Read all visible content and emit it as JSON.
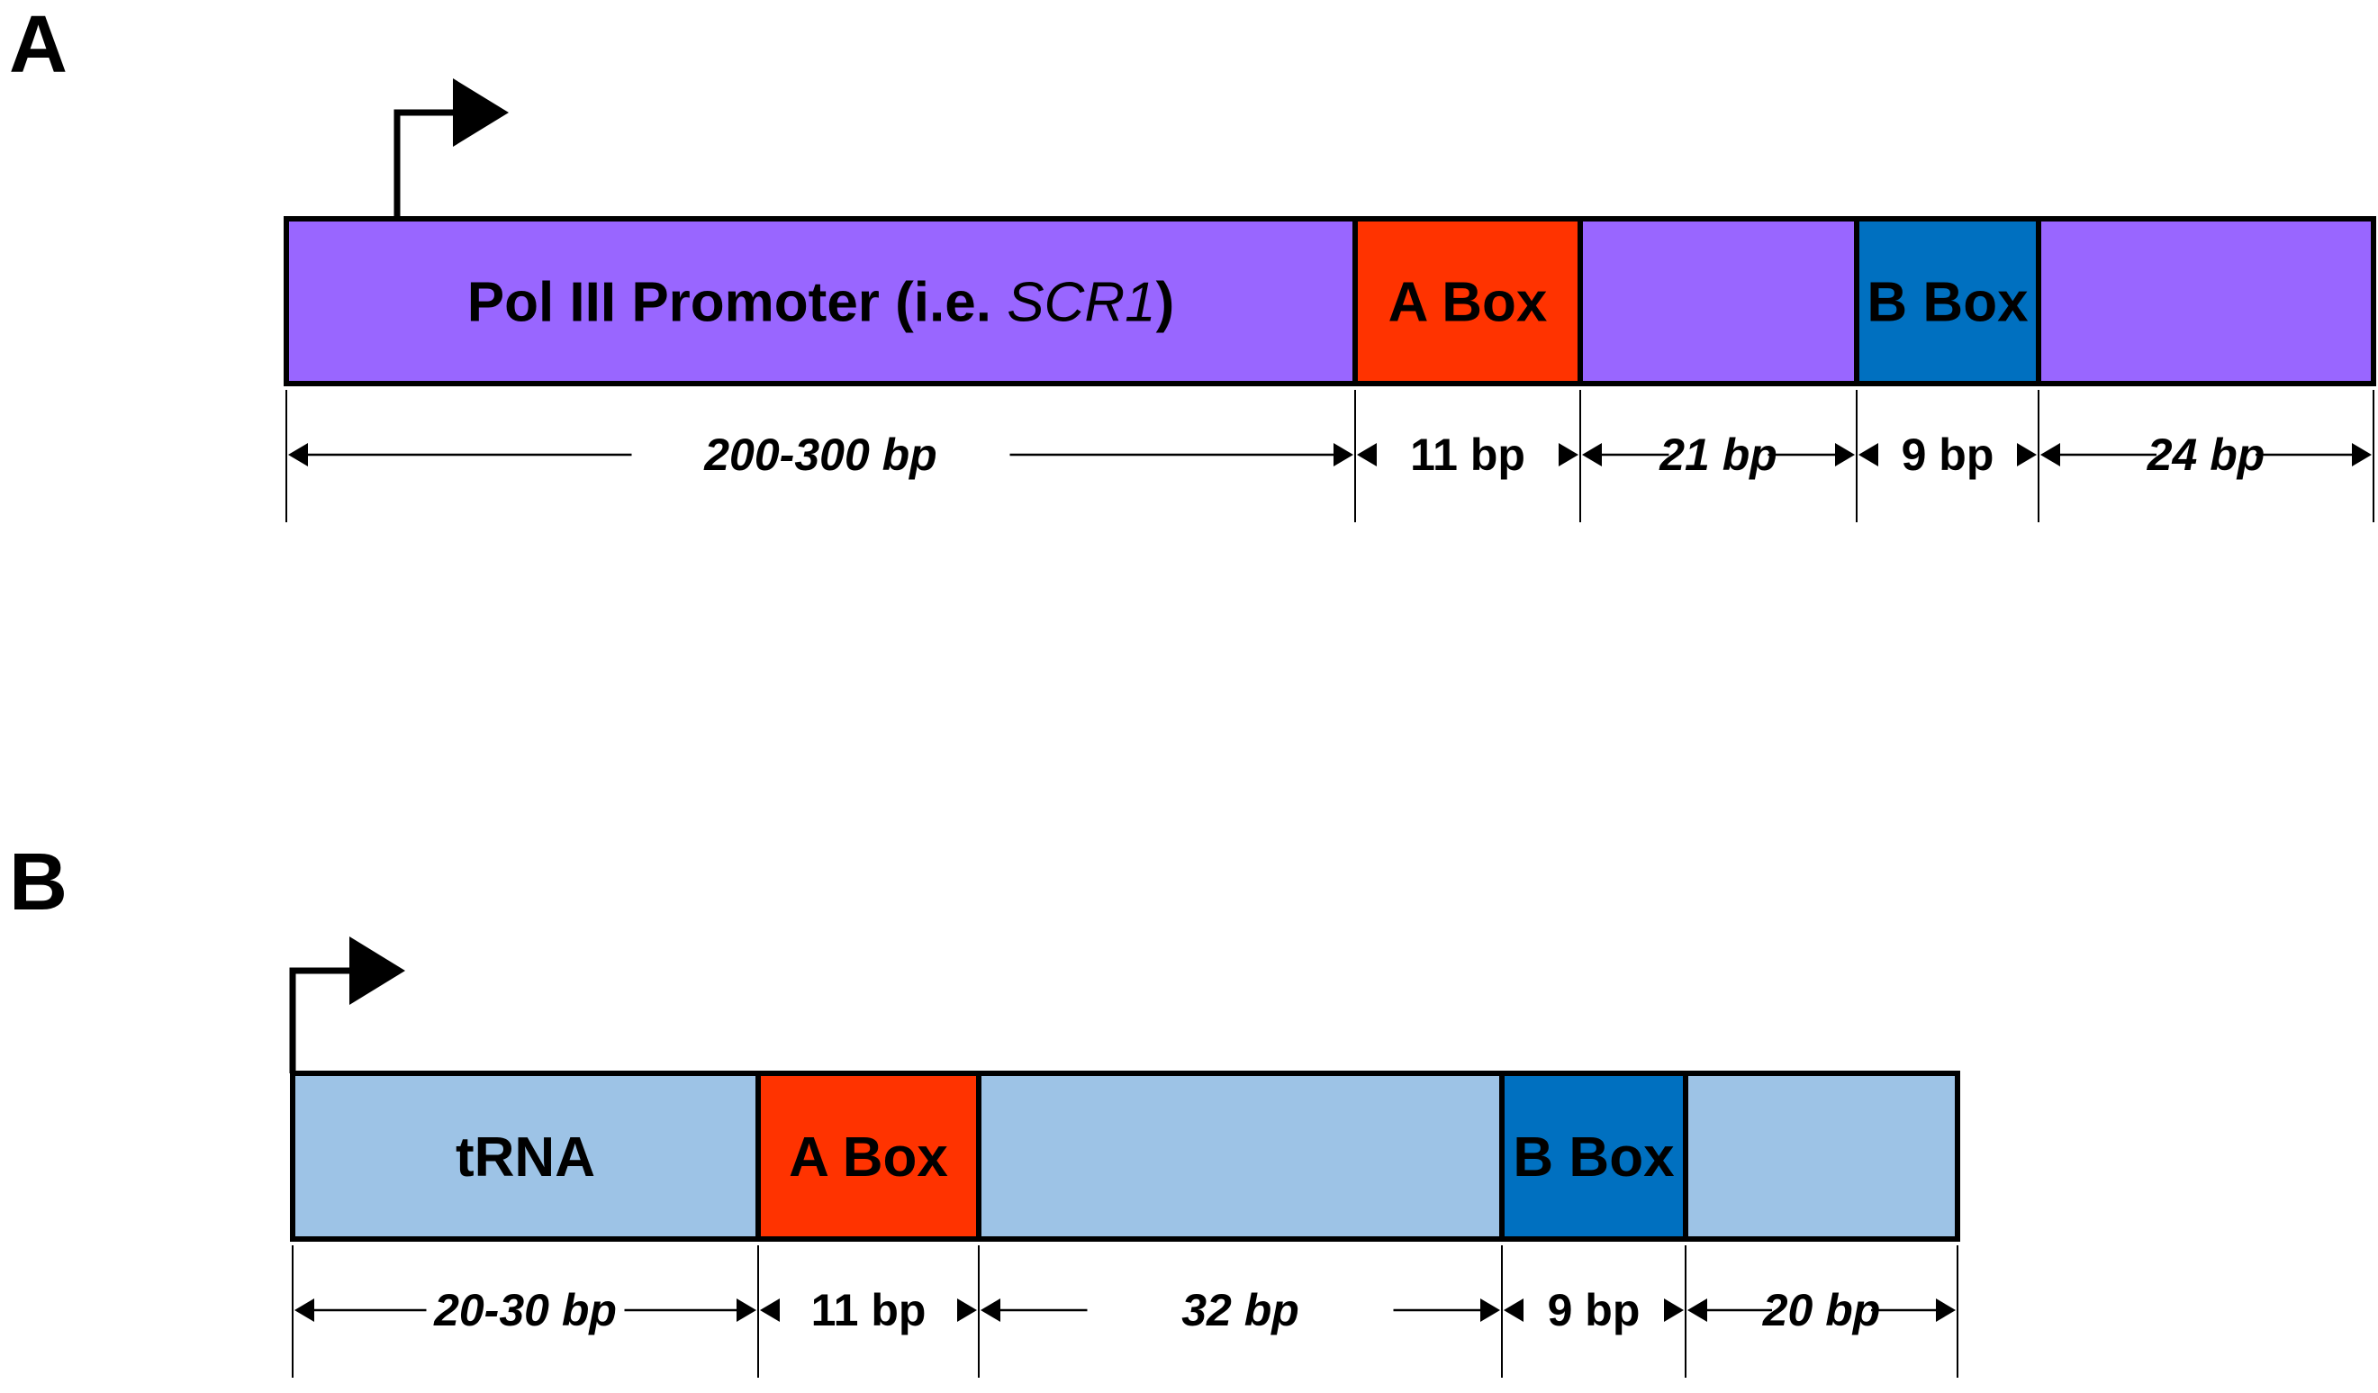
{
  "colors": {
    "promoter": "#9966FF",
    "trna": "#9DC3E6",
    "a_box": "#FF3300",
    "b_box": "#0070C0",
    "outline": "#000000"
  },
  "panels": [
    {
      "label": "A",
      "segments": [
        {
          "name": "promoter",
          "label": "Pol III Promoter (i.e. ",
          "label_italic": "SCR1",
          "label_after": ")",
          "color": "#9966FF"
        },
        {
          "name": "a-box",
          "label": "A Box",
          "color": "#FF3300"
        },
        {
          "name": "spacer",
          "label": "",
          "color": "#9966FF"
        },
        {
          "name": "b-box",
          "label": "B Box",
          "color": "#0070C0"
        },
        {
          "name": "tail",
          "label": "",
          "color": "#9966FF"
        }
      ],
      "lengths": [
        {
          "text": "200-300 bp",
          "italic": true
        },
        {
          "text": "11 bp",
          "italic": false
        },
        {
          "text": "21 bp",
          "italic": true
        },
        {
          "text": "9 bp",
          "italic": false
        },
        {
          "text": "24 bp",
          "italic": true
        }
      ]
    },
    {
      "label": "B",
      "segments": [
        {
          "name": "trna",
          "label": "tRNA",
          "color": "#9DC3E6"
        },
        {
          "name": "a-box",
          "label": "A Box",
          "color": "#FF3300"
        },
        {
          "name": "spacer",
          "label": "",
          "color": "#9DC3E6"
        },
        {
          "name": "b-box",
          "label": "B Box",
          "color": "#0070C0"
        },
        {
          "name": "tail",
          "label": "",
          "color": "#9DC3E6"
        }
      ],
      "lengths": [
        {
          "text": "20-30 bp",
          "italic": true
        },
        {
          "text": "11 bp",
          "italic": false
        },
        {
          "text": "32 bp",
          "italic": true
        },
        {
          "text": "9 bp",
          "italic": false
        },
        {
          "text": "20 bp",
          "italic": true
        }
      ]
    }
  ]
}
